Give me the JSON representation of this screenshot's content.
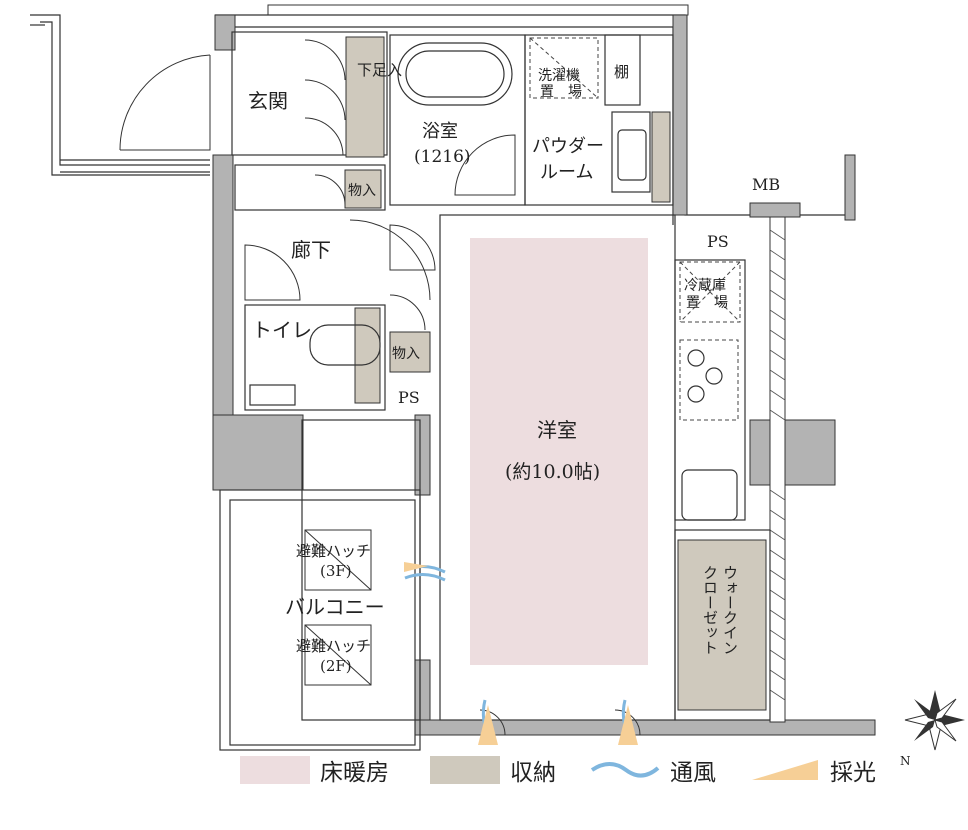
{
  "rooms": {
    "entrance": "玄関",
    "shoe_box": "下足入",
    "storage1": "物入",
    "storage2": "物入",
    "bath_name": "浴室",
    "bath_size": "(1216)",
    "washer_a": "洗濯機",
    "washer_b": "置　場",
    "shelf": "棚",
    "powder_a": "パウダー",
    "powder_b": "ルーム",
    "mb": "MB",
    "ps1": "PS",
    "ps2": "PS",
    "fridge_a": "冷蔵庫",
    "fridge_b": "置　場",
    "hallway": "廊下",
    "toilet": "トイレ",
    "western_name": "洋室",
    "western_size": "(約10.0帖)",
    "wic_col1": "ウォークイン",
    "wic_col2": "クローゼット",
    "balcony": "バルコニー",
    "hatch3_a": "避難ハッチ",
    "hatch3_b": "(3F)",
    "hatch2_a": "避難ハッチ",
    "hatch2_b": "(2F)",
    "compass_letter": "N"
  },
  "legend": {
    "floor_heating": "床暖房",
    "storage": "収納",
    "ventilation": "通風",
    "daylight": "採光"
  },
  "colors": {
    "floor_heating": "#eddddf",
    "storage": "#cfc9bd",
    "ventilation": "#7fb6de",
    "daylight": "#f6cf96",
    "wall": "#b3b3b3"
  }
}
